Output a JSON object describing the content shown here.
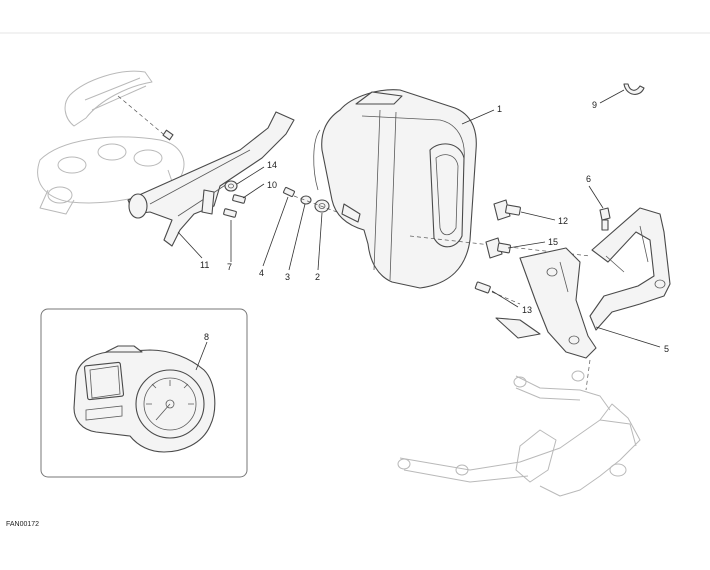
{
  "drawing_code": "FAN00172",
  "callouts": [
    "1",
    "2",
    "3",
    "4",
    "5",
    "6",
    "7",
    "8",
    "9",
    "10",
    "11",
    "12",
    "13",
    "14",
    "15"
  ]
}
